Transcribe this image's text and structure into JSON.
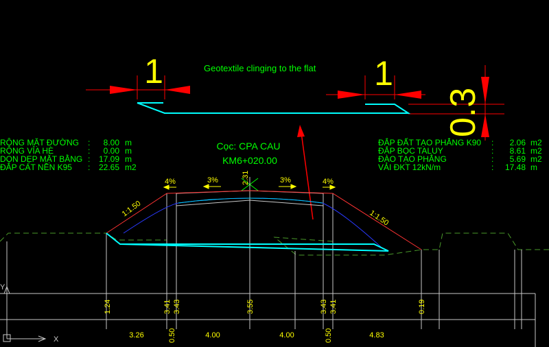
{
  "drawing": {
    "top_note": "Geotextile clinging to the flat",
    "dim_left": "1",
    "dim_right": "1",
    "dim_vertical": "0.3",
    "station_title": "Cọc: CPA CAU",
    "station_km": "KM6+020.00",
    "crest_value": "2.31",
    "slope_left": "1:1.50",
    "slope_right": "1:1.50",
    "pct_left_outer": "4%",
    "pct_left_inner": "3%",
    "pct_right_inner": "3%",
    "pct_right_outer": "4%",
    "y_axis": "Y",
    "x_axis": "X"
  },
  "left_table": [
    {
      "label": "RỘNG MẶT ĐƯỜNG",
      "sep": ":",
      "value": "8.00",
      "unit": "m"
    },
    {
      "label": "RỘNG VỈA HÈ",
      "sep": ":",
      "value": "0.00",
      "unit": "m"
    },
    {
      "label": "DỌN DẸP MẶT BẰNG",
      "sep": ":",
      "value": "17.09",
      "unit": "m"
    },
    {
      "label": "ĐẮP CÁT NỀN K95",
      "sep": ":",
      "value": "22.65",
      "unit": "m2"
    }
  ],
  "right_table": [
    {
      "label": "ĐẮP ĐẤT TẠO PHẲNG K90",
      "sep": ":",
      "value": "2.06",
      "unit": "m2"
    },
    {
      "label": "ĐẮP BỌC TALUY",
      "sep": ":",
      "value": "8.61",
      "unit": "m2"
    },
    {
      "label": "ĐÀO TẠO PHẲNG",
      "sep": ":",
      "value": "5.69",
      "unit": "m2"
    },
    {
      "label": "VẢI ĐKT 12kN/m",
      "sep": ":",
      "value": "17.48",
      "unit": "m"
    }
  ],
  "elevations": [
    "1.24",
    "3.41",
    "3.43",
    "3.55",
    "3.43",
    "3.41",
    "0.19"
  ],
  "distances": [
    "3.26",
    "0.50",
    "4.00",
    "4.00",
    "0.50",
    "4.83"
  ],
  "colors": {
    "background": "#000000",
    "yellow": "#ffff00",
    "green": "#00ff00",
    "cyan": "#00ffff",
    "red": "#ff0000",
    "white": "#ffffff",
    "gray_line": "#c8c8c8",
    "ground_green": "#4a9a2a"
  }
}
